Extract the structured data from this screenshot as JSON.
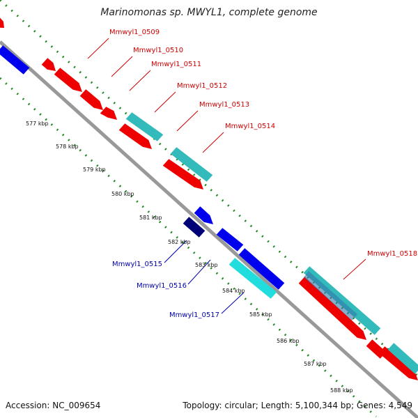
{
  "title": "Marinomonas sp. MWYL1, complete genome",
  "footer": {
    "accession": "Accession: NC_009654",
    "topology": "Topology: circular; Length: 5,100,344 bp; Genes: 4,549"
  },
  "kbp_ticks": [
    "577 kbp",
    "578 kbp",
    "579 kbp",
    "580 kbp",
    "581 kbp",
    "582 kbp",
    "583 kbp",
    "584 kbp",
    "585 kbp",
    "586 kbp",
    "587 kbp",
    "588 kbp"
  ],
  "gene_labels": [
    {
      "name": "Mmwyl1_0509",
      "strand": "forward"
    },
    {
      "name": "Mmwyl1_0510",
      "strand": "forward"
    },
    {
      "name": "Mmwyl1_0511",
      "strand": "forward"
    },
    {
      "name": "Mmwyl1_0512",
      "strand": "forward"
    },
    {
      "name": "Mmwyl1_0513",
      "strand": "forward"
    },
    {
      "name": "Mmwyl1_0514",
      "strand": "forward"
    },
    {
      "name": "Mmwyl1_0515",
      "strand": "reverse"
    },
    {
      "name": "Mmwyl1_0516",
      "strand": "reverse"
    },
    {
      "name": "Mmwyl1_0517",
      "strand": "reverse"
    },
    {
      "name": "Mmwyl1_0518",
      "strand": "forward"
    }
  ],
  "colors": {
    "forward_cds": "#ee0000",
    "forward_feature": "#33bbbb",
    "reverse_cds": "#0000ee",
    "reverse_cds_dark": "#000077",
    "reverse_feature": "#22dddd",
    "backbone": "#999999",
    "dots": "#228822",
    "forward_label": "#cc0000",
    "reverse_label": "#0000aa"
  }
}
